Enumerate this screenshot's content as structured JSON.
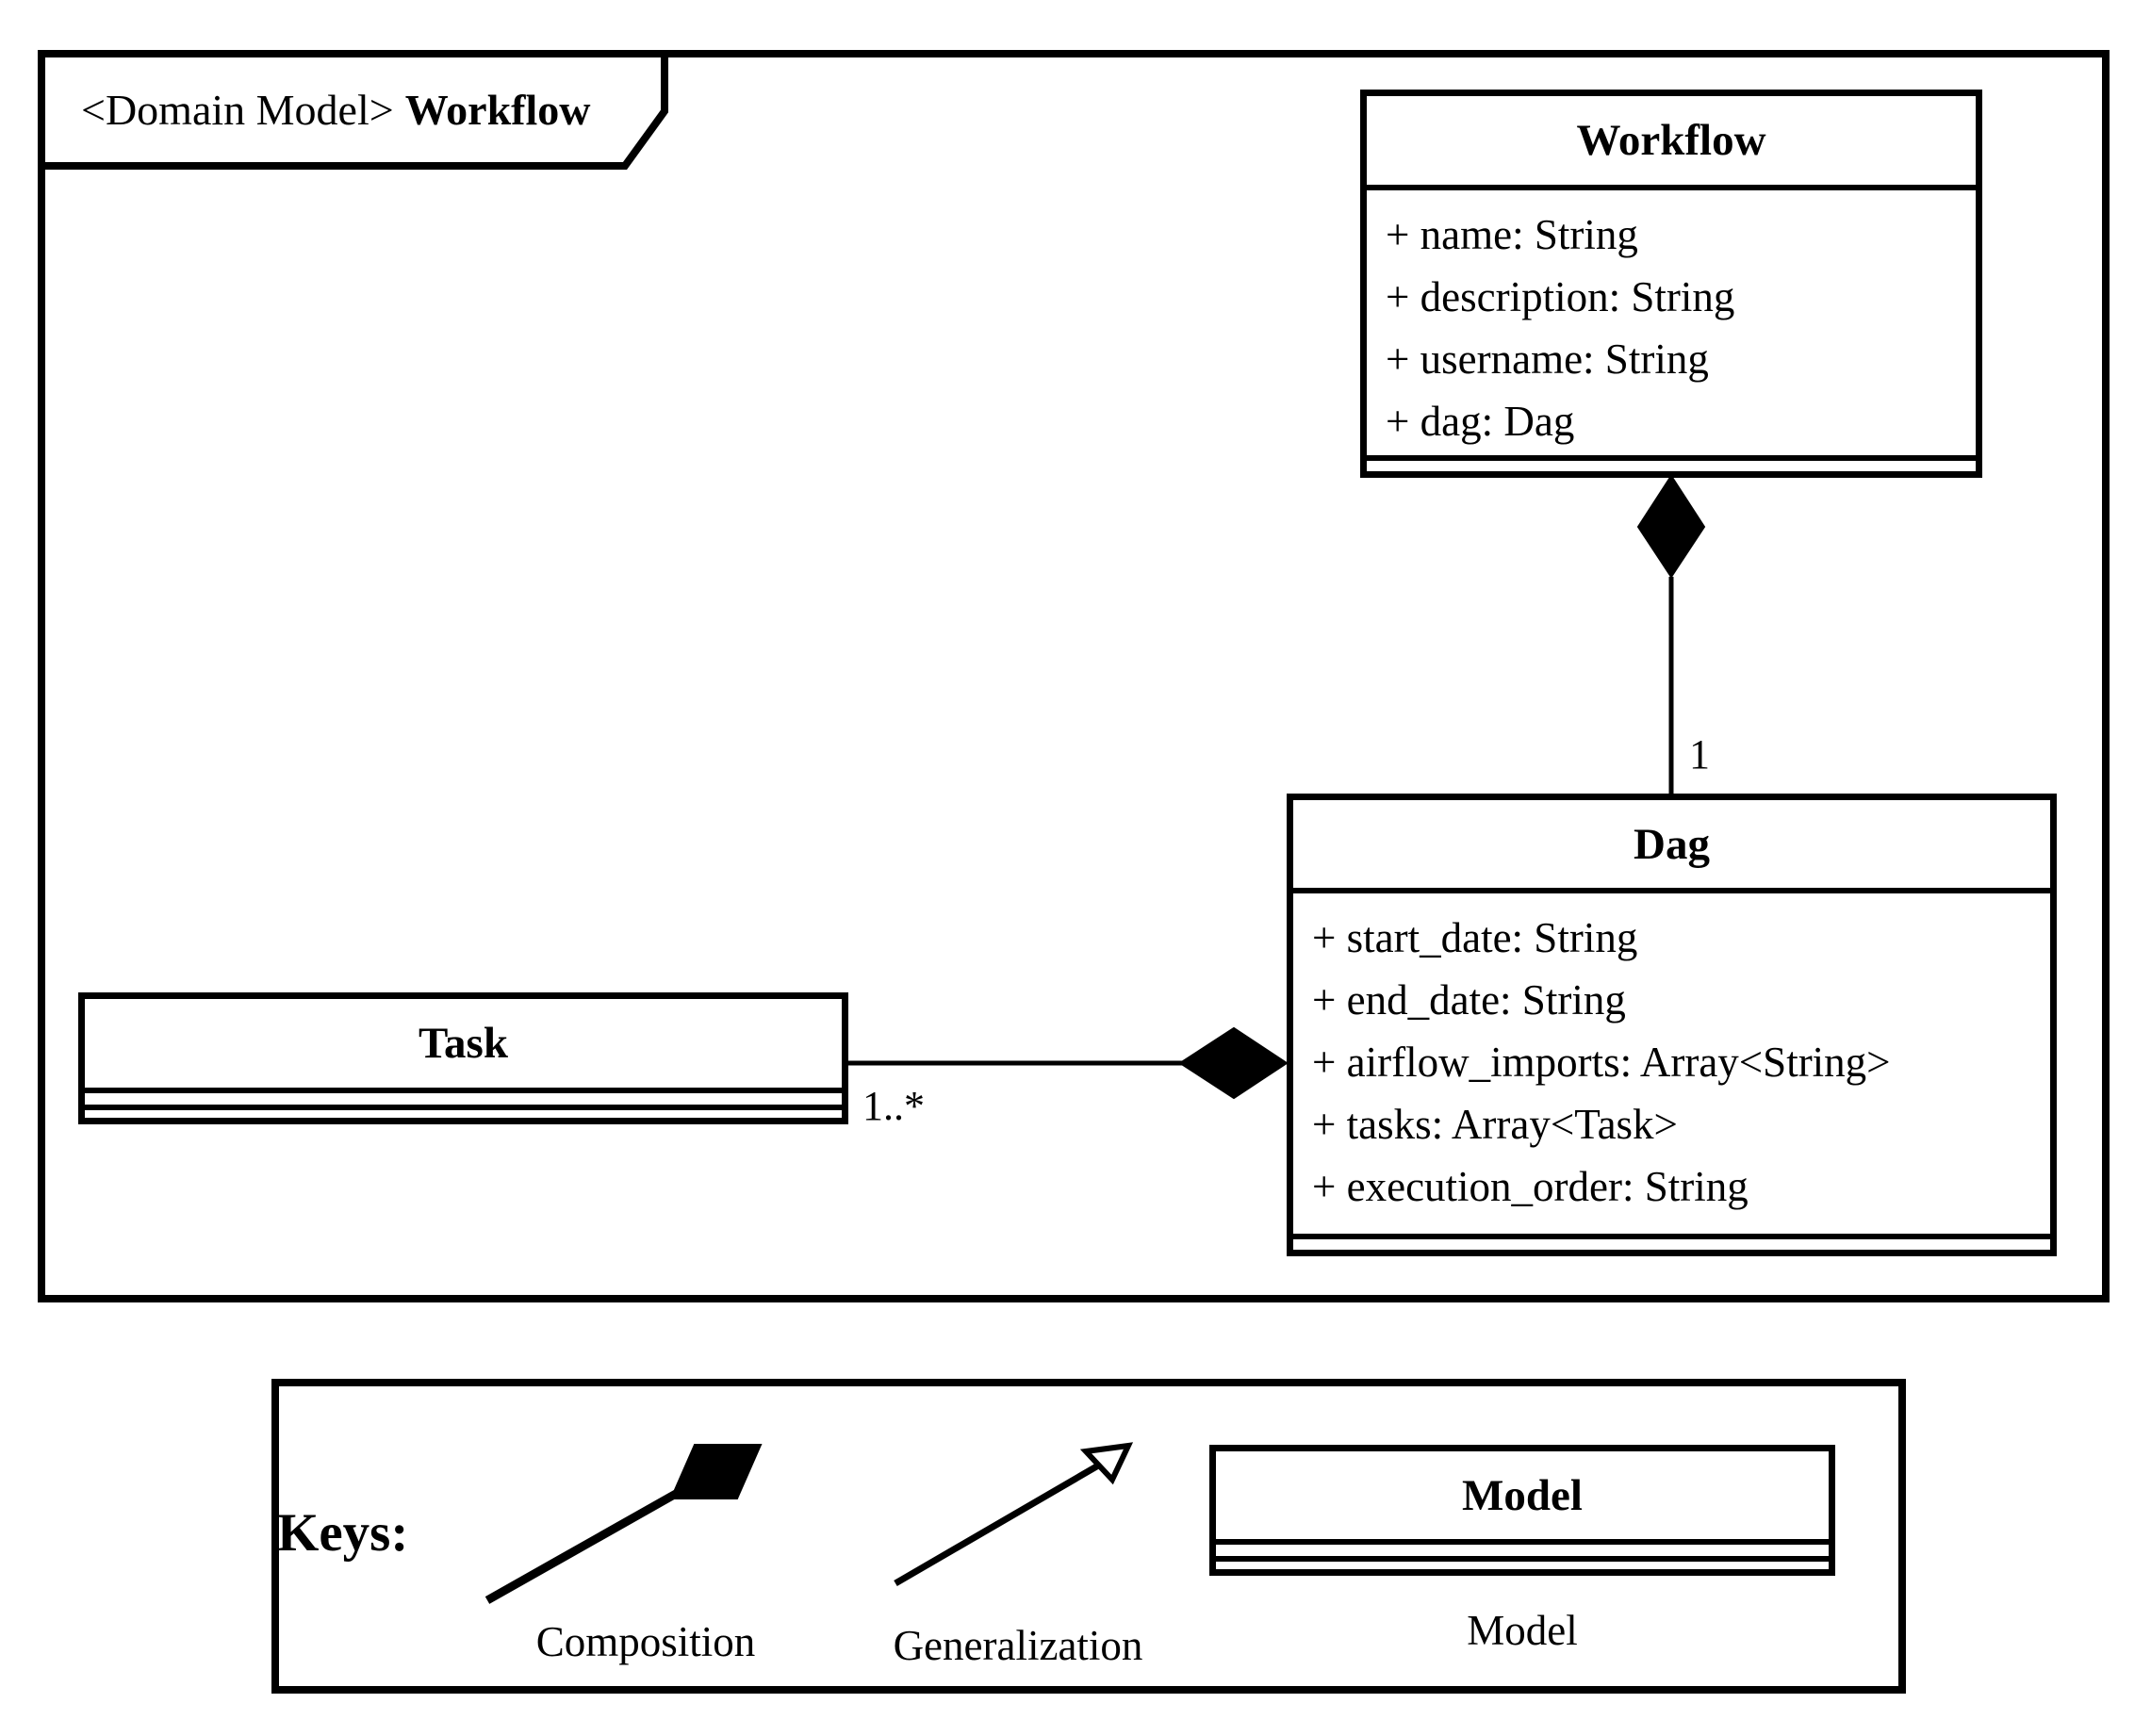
{
  "frame": {
    "tab_prefix": "<Domain Model>",
    "tab_title": "Workflow"
  },
  "classes": {
    "workflow": {
      "title": "Workflow",
      "attributes": [
        "+ name: String",
        "+ description: String",
        "+ username: String",
        "+ dag: Dag"
      ]
    },
    "dag": {
      "title": "Dag",
      "attributes": [
        "+ start_date: String",
        "+ end_date: String",
        "+ airflow_imports: Array<String>",
        "+ tasks: Array<Task>",
        "+ execution_order: String"
      ]
    },
    "task": {
      "title": "Task",
      "attributes": []
    }
  },
  "relations": {
    "workflow_dag": {
      "type": "composition",
      "multiplicity": "1"
    },
    "task_dag": {
      "type": "composition",
      "multiplicity": "1..*"
    }
  },
  "legend": {
    "heading": "Keys:",
    "items": [
      {
        "label": "Composition",
        "symbol": "filled-diamond-line"
      },
      {
        "label": "Generalization",
        "symbol": "hollow-arrow-line"
      },
      {
        "label": "Model",
        "symbol": "class-box",
        "box_title": "Model"
      }
    ]
  },
  "colors": {
    "ink": "#000000",
    "paper": "#ffffff"
  }
}
